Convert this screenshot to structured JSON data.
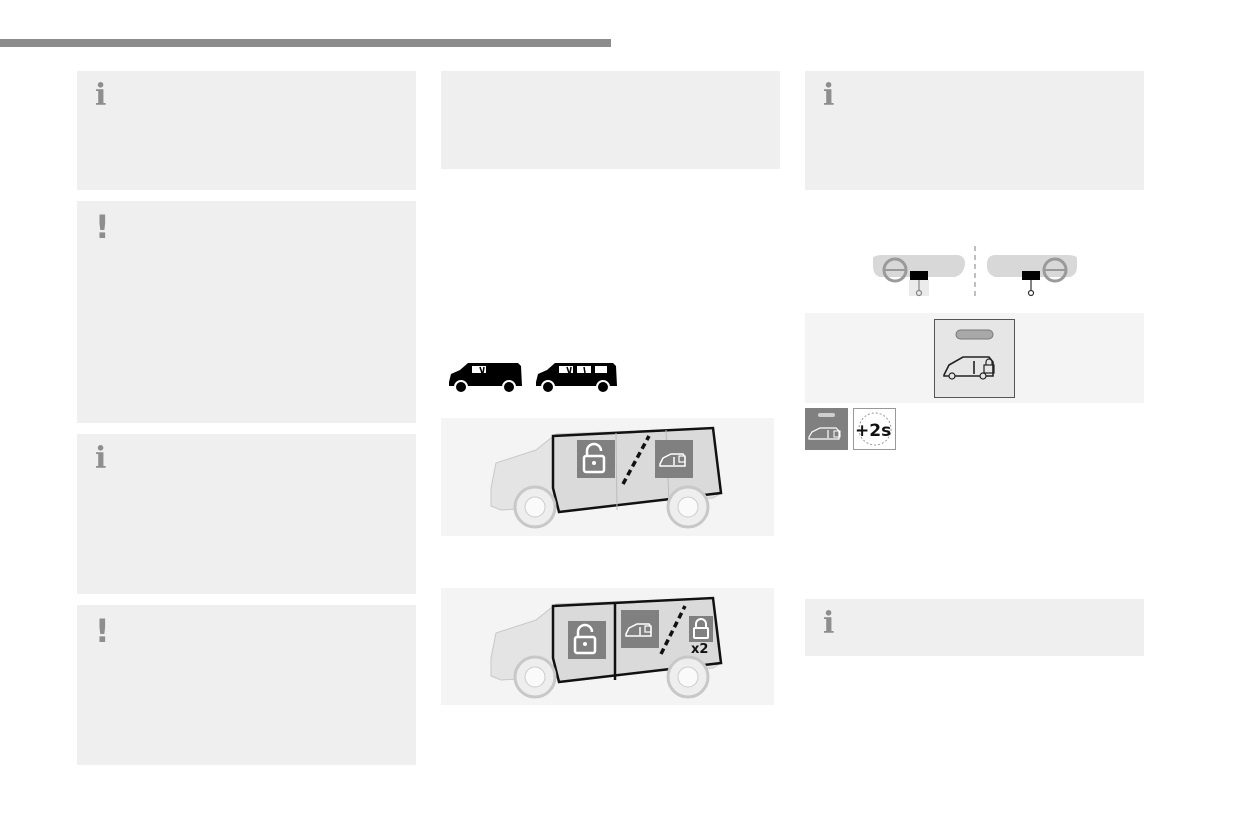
{
  "page": {
    "header_rule_color": "#8c8c8c",
    "note_box_color": "#efefef",
    "icon_color": "#8e8e8e"
  },
  "notes": {
    "info_icon_glyph": "i",
    "warning_icon_glyph": "!"
  },
  "figures": {
    "door_split_multiplier": "x2",
    "timer_label": "+2s"
  }
}
